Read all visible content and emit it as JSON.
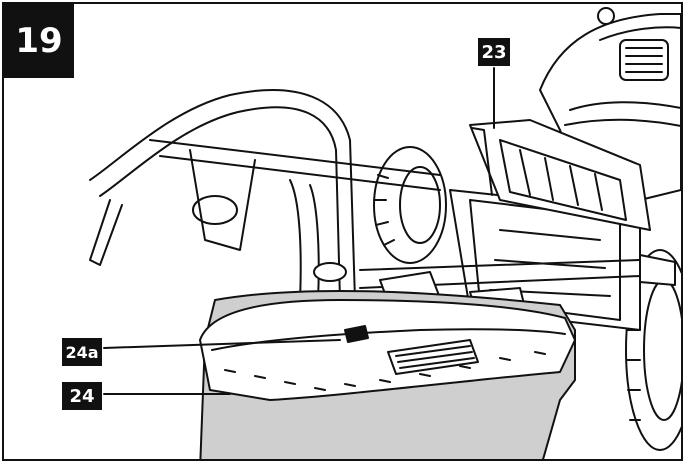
{
  "figure": {
    "number": "19",
    "callouts": {
      "c23": "23",
      "c24a": "24a",
      "c24": "24"
    }
  },
  "colors": {
    "line": "#111111",
    "bag_fill": "#cfcfcf",
    "label_bg": "#111111",
    "label_text": "#ffffff"
  }
}
